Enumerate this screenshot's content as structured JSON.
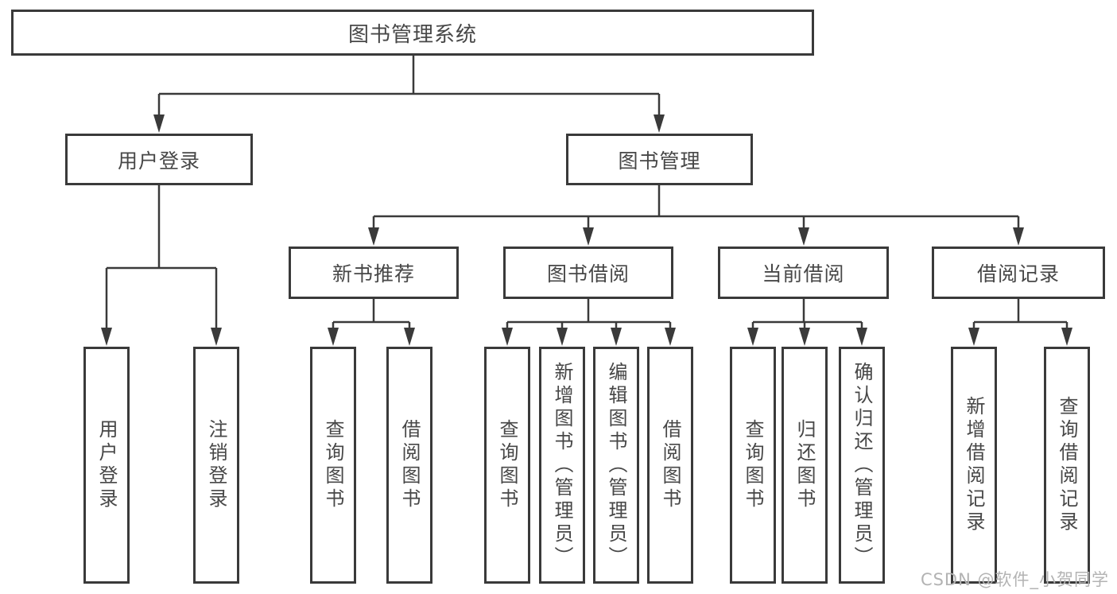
{
  "diagram": {
    "root": {
      "label": "图书管理系统"
    },
    "branches": [
      {
        "label": "用户登录",
        "children": [
          {
            "label": "用户登录"
          },
          {
            "label": "注销登录"
          }
        ]
      },
      {
        "label": "图书管理",
        "children": [
          {
            "label": "新书推荐",
            "children": [
              {
                "label": "查询图书"
              },
              {
                "label": "借阅图书"
              }
            ]
          },
          {
            "label": "图书借阅",
            "children": [
              {
                "label": "查询图书"
              },
              {
                "label": "新增图书（管理员）"
              },
              {
                "label": "编辑图书（管理员）"
              },
              {
                "label": "借阅图书"
              }
            ]
          },
          {
            "label": "当前借阅",
            "children": [
              {
                "label": "查询图书"
              },
              {
                "label": "归还图书"
              },
              {
                "label": "确认归还（管理员）"
              }
            ]
          },
          {
            "label": "借阅记录",
            "children": [
              {
                "label": "新增借阅记录"
              },
              {
                "label": "查询借阅记录"
              }
            ]
          }
        ]
      }
    ]
  },
  "watermark": {
    "text": "CSDN @软件_小贺同学"
  },
  "colors": {
    "line": "#3a3a3a",
    "text": "#474747",
    "background": "#ffffff",
    "watermark": "#b3b3b3"
  }
}
